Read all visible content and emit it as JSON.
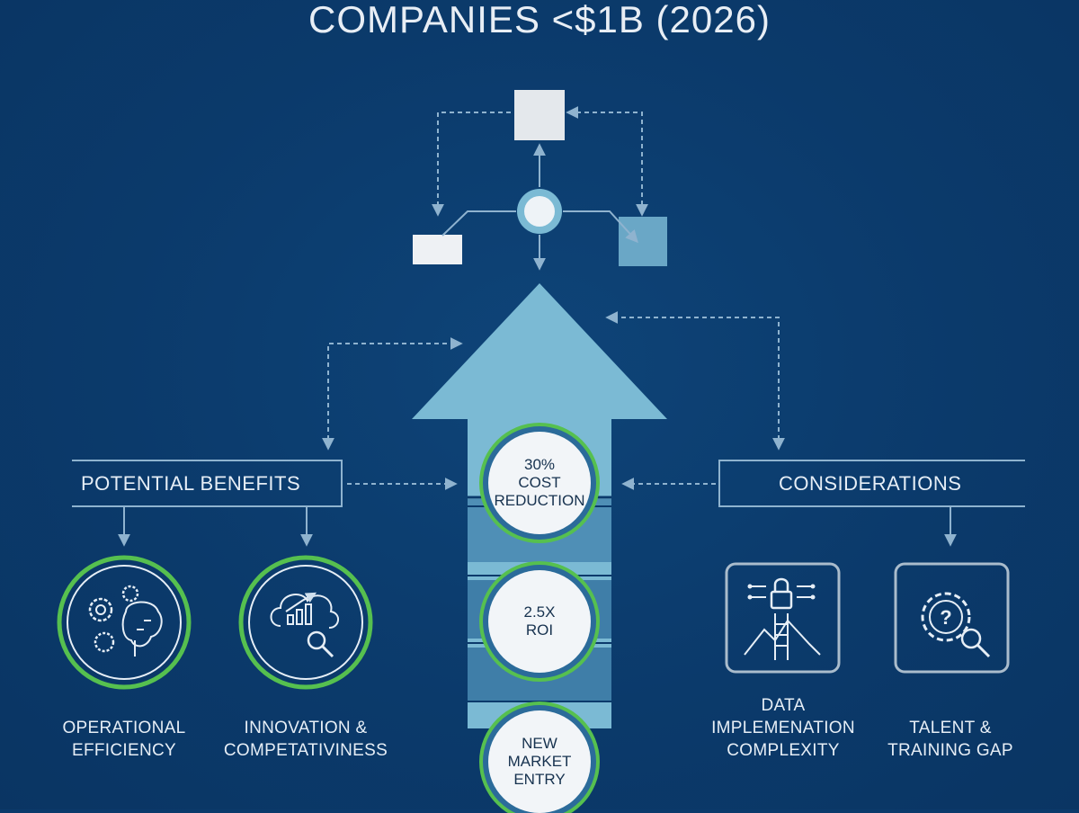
{
  "header": {
    "title": "COMPANIES <$1B (2026)"
  },
  "left_panel": {
    "label": "POTENTIAL BENEFITS",
    "items": [
      {
        "icon": "gears-brain-icon",
        "line1": "OPERATIONAL",
        "line2": "EFFICIENCY"
      },
      {
        "icon": "cloud-growth-chart-icon",
        "line1": "INNOVATION &",
        "line2": "COMPETATIVINESS"
      }
    ]
  },
  "right_panel": {
    "label": "CONSIDERATIONS",
    "items": [
      {
        "icon": "lock-ladder-icon",
        "line1": "DATA",
        "line2": "IMPLEMENATION",
        "line3": "COMPLEXITY"
      },
      {
        "icon": "gear-question-icon",
        "line1": "TALENT &",
        "line2": "TRAINING GAP"
      }
    ]
  },
  "metrics": [
    {
      "line1": "30%",
      "line2": "COST",
      "line3": "REDUCTION"
    },
    {
      "line1": "2.5X",
      "line2": "ROI"
    },
    {
      "line1": "NEW",
      "line2": "MARKET",
      "line3": "ENTRY"
    }
  ],
  "colors": {
    "background": "#0b3a6b",
    "arrow": "#7bbad4",
    "ring_green": "#56c04f",
    "connector": "#8fb3cf"
  }
}
